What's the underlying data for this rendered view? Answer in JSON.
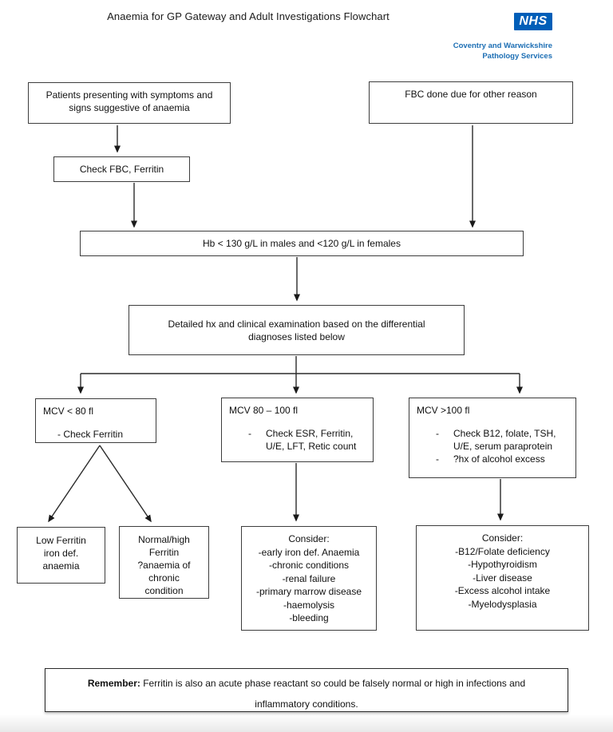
{
  "page": {
    "title": "Anaemia for GP Gateway and Adult Investigations Flowchart"
  },
  "branding": {
    "nhs_logo": "NHS",
    "org_line1": "Coventry and Warwickshire",
    "org_line2": "Pathology Services",
    "nhs_blue": "#005EB8",
    "org_text_blue": "#1c6eb4"
  },
  "nodes": {
    "patients": {
      "line1": "Patients presenting with symptoms and",
      "line2": "signs suggestive of anaemia"
    },
    "fbc_other": {
      "text": "FBC done due for other reason"
    },
    "check_fbc": {
      "text": "Check FBC, Ferritin"
    },
    "hb_threshold": {
      "text": "Hb < 130 g/L in males and <120 g/L in females"
    },
    "detailed_hx": {
      "line1": "Detailed hx and clinical examination based on the differential",
      "line2": "diagnoses listed below"
    },
    "mcv_low": {
      "heading": "MCV < 80 fl",
      "item": "- Check Ferritin"
    },
    "mcv_mid": {
      "heading": "MCV 80 – 100 fl",
      "bullet_dash": "-",
      "bullet_line1": "Check ESR, Ferritin,",
      "bullet_line2": "U/E, LFT, Retic count"
    },
    "mcv_high": {
      "heading": "MCV >100 fl",
      "bullet1_dash": "-",
      "bullet1_line1": "Check B12, folate, TSH,",
      "bullet1_line2": "U/E, serum paraprotein",
      "bullet2_dash": "-",
      "bullet2_text": "?hx of alcohol excess"
    },
    "low_ferritin": {
      "lines": [
        "Low Ferritin",
        "iron def.",
        "anaemia"
      ]
    },
    "normal_high_ferritin": {
      "lines": [
        "Normal/high",
        "Ferritin",
        "?anaemia of",
        "chronic",
        "condition"
      ]
    },
    "consider_mid": {
      "title": "Consider:",
      "lines": [
        "-early iron def. Anaemia",
        "-chronic conditions",
        "-renal failure",
        "-primary marrow disease",
        "-haemolysis",
        "-bleeding"
      ]
    },
    "consider_high": {
      "title": "Consider:",
      "lines": [
        "-B12/Folate deficiency",
        "-Hypothyroidism",
        "-Liver disease",
        "-Excess alcohol intake",
        "-Myelodysplasia"
      ]
    }
  },
  "footer": {
    "remember_label": "Remember:",
    "remember_line1": "Ferritin is also an acute phase reactant so could be falsely normal or high in infections and",
    "remember_line2": "inflammatory conditions."
  }
}
